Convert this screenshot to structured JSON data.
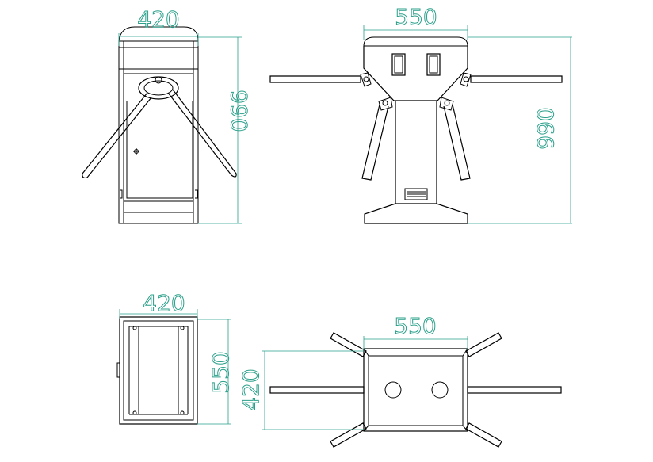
{
  "views": {
    "front": {
      "width_label": "420",
      "height_label": "990"
    },
    "side": {
      "width_label": "550",
      "height_label": "990"
    },
    "top": {
      "width_label": "420",
      "depth_label": "550"
    },
    "plan": {
      "width_label": "550",
      "depth_label": "420"
    }
  },
  "colors": {
    "line": "#000000",
    "dimension": "#2aa08a",
    "background": "#ffffff"
  }
}
